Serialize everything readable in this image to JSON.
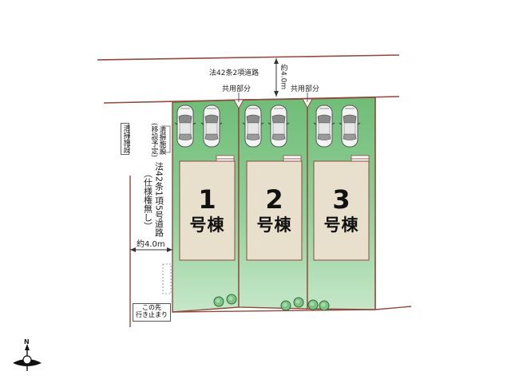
{
  "roads": {
    "front_road": "法42条2項道路",
    "front_road_width": "約4.0m",
    "side_road": "法42条1項5号道路",
    "side_road_note": "（仕様権無し）",
    "side_road_width": "約4.0m"
  },
  "shared": {
    "left": "共用部分",
    "right": "共用部分"
  },
  "facilities": {
    "cleaning_left": "清掃施設",
    "cleaning_right": "清掃施設",
    "relocation": "(移設予定)"
  },
  "dead_end": {
    "line1": "この先",
    "line2": "行き止まり"
  },
  "lots": [
    {
      "number": "1",
      "label": "号棟"
    },
    {
      "number": "2",
      "label": "号棟"
    },
    {
      "number": "3",
      "label": "号棟"
    }
  ],
  "compass": {
    "north": "N"
  },
  "colors": {
    "lot_green": "#78c47f",
    "house_fill": "#e8dfcd",
    "boundary_brown": "#8f4a3e"
  }
}
